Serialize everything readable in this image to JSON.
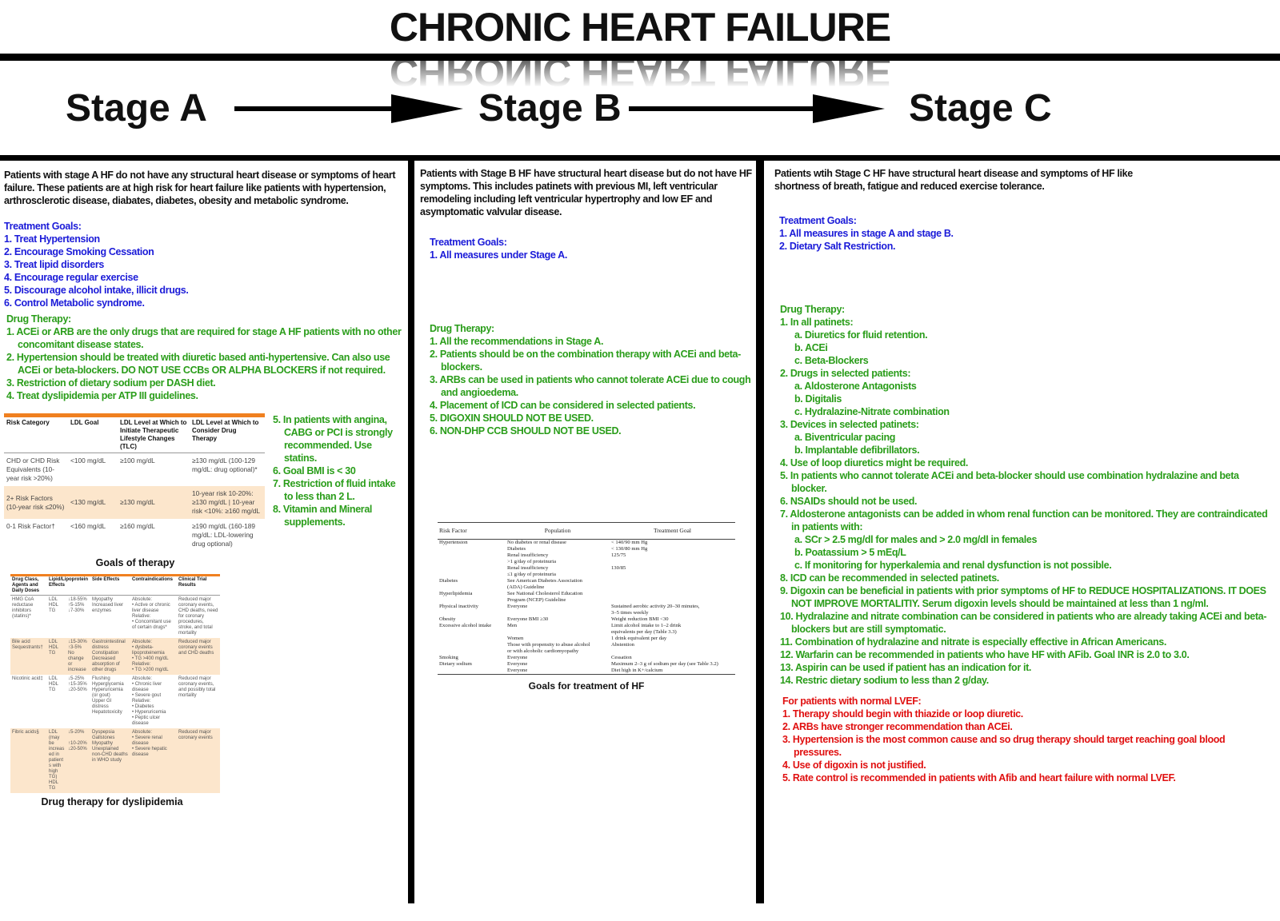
{
  "title": "CHRONIC HEART FAILURE",
  "stages": [
    "Stage A",
    "Stage B",
    "Stage C"
  ],
  "colors": {
    "blue": "#1b1bd8",
    "green": "#2a9d1a",
    "red": "#e01010",
    "orange": "#f08020"
  },
  "stage_a": {
    "description": "Patients with stage A HF do not have any structural heart disease or symptoms of heart failure. These patients are at high risk for heart failure like patients with hypertension, arthrosclerotic disease, diabates, diabetes, obesity and metabolic syndrome.",
    "goals_title": "Treatment Goals:",
    "goals": [
      "1. Treat Hypertension",
      "2. Encourage Smoking Cessation",
      "3. Treat lipid disorders",
      "4. Encourage regular exercise",
      "5. Discourage alcohol intake, illicit drugs.",
      "6. Control Metabolic syndrome."
    ],
    "drug_title": "Drug Therapy:",
    "drugs": [
      "1. ACEi or ARB are the only drugs that are required for stage A HF patients with no other concomitant disease states.",
      "2. Hypertension should be treated with diuretic based anti-hypertensive. Can also use ACEi or beta-blockers. DO NOT USE CCBs OR ALPHA BLOCKERS if not required.",
      "3. Restriction of dietary sodium per DASH diet.",
      "4. Treat dyslipidemia per ATP III guidelines."
    ],
    "drugs_more": [
      "5. In patients with angina, CABG or PCI is strongly recommended. Use statins.",
      "6. Goal BMI is < 30",
      "7. Restriction of fluid intake to less than 2 L.",
      "8. Vitamin and Mineral supplements."
    ],
    "ldl_table": {
      "headers": [
        "Risk Category",
        "LDL Goal",
        "LDL Level at Which to Initiate Therapeutic Lifestyle Changes (TLC)",
        "LDL Level at Which to Consider Drug Therapy"
      ],
      "rows": [
        [
          "CHD or CHD Risk Equivalents (10-year risk >20%)",
          "<100 mg/dL",
          "≥100 mg/dL",
          "≥130 mg/dL (100-129 mg/dL: drug optional)*"
        ],
        [
          "2+ Risk Factors (10-year risk ≤20%)",
          "<130 mg/dL",
          "≥130 mg/dL",
          "10-year risk 10-20%: ≥130 mg/dL | 10-year risk <10%: ≥160 mg/dL"
        ],
        [
          "0-1 Risk Factor†",
          "<160 mg/dL",
          "≥160 mg/dL",
          "≥190 mg/dL (160-189 mg/dL: LDL-lowering drug optional)"
        ]
      ],
      "caption": "Goals of therapy"
    },
    "drug_table": {
      "headers": [
        "Drug Class, Agents and Daily Doses",
        "Lipid/Lipoprotein Effects",
        "",
        "Side Effects",
        "Contraindications",
        "Clinical Trial Results"
      ],
      "rows": [
        [
          "HMG CoA reductase inhibitors (statins)*",
          "LDL\nHDL\nTG",
          "↓18-55%\n↑5-15%\n↓7-30%",
          "Myopathy\nIncreased liver enzymes",
          "Absolute:\n• Active or chronic liver disease\nRelative:\n• Concomitant use of certain drugs*",
          "Reduced major coronary events, CHD deaths, need for coronary procedures, stroke, and total mortality"
        ],
        [
          "Bile acid Sequestrants†",
          "LDL\nHDL\nTG",
          "↓15-30%\n↑3-5%\nNo change or increase",
          "Gastrointestinal distress\nConstipation\nDecreased absorption of other drugs",
          "Absolute:\n• dysbeta-lipoproteinemia\n• TG >400 mg/dL\nRelative:\n• TG >200 mg/dL",
          "Reduced major coronary events and CHD deaths"
        ],
        [
          "Nicotinic acid‡",
          "LDL\nHDL\nTG",
          "↓5-25%\n↑15-35%\n↓20-50%",
          "Flushing\nHyperglycemia\nHyperuricemia (or gout)\nUpper GI distress\nHepatotoxicity",
          "Absolute:\n• Chronic liver disease\n• Severe gout\nRelative:\n• Diabetes\n• Hyperuricemia\n• Peptic ulcer disease",
          "Reduced major coronary events, and possibly total mortality"
        ],
        [
          "Fibric acids§",
          "LDL\n(may be increased in patients with high TG)\nHDL\nTG",
          "↓5-20%\n\n↑10-20%\n↓20-50%",
          "Dyspepsia\nGallstones\nMyopathy\nUnexplained non-CHD deaths in WHO study",
          "Absolute:\n• Severe renal disease\n• Severe hepatic disease",
          "Reduced major coronary events"
        ]
      ],
      "caption": "Drug therapy for dyslipidemia"
    }
  },
  "stage_b": {
    "description": "Patients with Stage B HF have structural heart disease but do not have HF symptoms. This includes patinets with previous MI, left ventricular remodeling including left ventricular hypertrophy and low EF and asymptomatic valvular disease.",
    "goals_title": "Treatment Goals:",
    "goals": [
      "1. All measures under Stage A."
    ],
    "drug_title": "Drug Therapy:",
    "drugs": [
      "1. All the recommendations in Stage A.",
      "2. Patients should be on the combination therapy with ACEi and beta-blockers.",
      "3. ARBs can be used in patients who cannot tolerate ACEi due to cough and angioedema.",
      "4. Placement of ICD can be considered in selected patients.",
      "5. DIGOXIN SHOULD NOT BE USED.",
      "6. NON-DHP CCB SHOULD NOT BE USED."
    ],
    "hf_table": {
      "headers": [
        "Risk Factor",
        "Population",
        "Treatment Goal"
      ],
      "rows": [
        [
          "Hypertension",
          "No diabetes or renal disease\nDiabetes\nRenal insufficiency\n  >1 g/day of proteinuria\nRenal insufficiency\n  ≤1 g/day of proteinuria",
          "< 140/90 mm Hg\n< 130/80 mm Hg\n125/75\n\n130/85\n"
        ],
        [
          "Diabetes",
          "See American Diabetes Association\n  (ADA) Guideline",
          ""
        ],
        [
          "Hyperlipidemia",
          "See National Cholesterol Education\n  Program (NCEP) Guideline",
          ""
        ],
        [
          "Physical inactivity",
          "Everyone",
          "Sustained aerobic activity 20–30 minutes,\n  3–5 times weekly"
        ],
        [
          "Obesity",
          "Everyone BMI ≥30",
          "Weight reduction BMI <30"
        ],
        [
          "Excessive alcohol intake",
          "Men\n\nWomen\nThose with propensity to abuse alcohol\n  or with alcoholic cardiomyopathy",
          "Limit alcohol intake to 1–2 drink\n  equivalents per day (Table 3.3)\n1 drink equivalent per day\nAbstention"
        ],
        [
          "Smoking",
          "Everyone",
          "Cessation"
        ],
        [
          "Dietary sodium",
          "Everyone",
          "Maximum 2–3 g of sodium per day (see Table 3.2)"
        ],
        [
          "",
          "Everyone",
          "Diet high in K+/calcium"
        ]
      ],
      "caption": "Goals for treatment of HF"
    }
  },
  "stage_c": {
    "description": "Patients wtih Stage C HF have structural heart disease and symptoms of HF like shortness of breath, fatigue and reduced exercise tolerance.",
    "goals_title": "Treatment Goals:",
    "goals": [
      "1. All measures in stage A and stage B.",
      "2. Dietary Salt Restriction."
    ],
    "drug_title": "Drug Therapy:",
    "drugs": [
      {
        "t": "1. In all patinets:",
        "sub": [
          "a. Diuretics for fluid retention.",
          "b. ACEi",
          "c. Beta-Blockers"
        ]
      },
      {
        "t": "2. Drugs in selected patients:",
        "sub": [
          "a. Aldosterone Antagonists",
          "b. Digitalis",
          "c. Hydralazine-Nitrate combination"
        ]
      },
      {
        "t": "3. Devices in selected patinets:",
        "sub": [
          "a. Biventricular pacing",
          "b. Implantable defibrillators."
        ]
      },
      {
        "t": "4. Use of loop diuretics might be required.",
        "sub": []
      },
      {
        "t": "5. In patients who cannot tolerate ACEi and beta-blocker should use combination hydralazine and beta blocker.",
        "sub": []
      },
      {
        "t": "6. NSAIDs should not be used.",
        "sub": []
      },
      {
        "t": "7. Aldosterone antagonists can be added in whom renal function can be monitored. They are contraindicated in patients with:",
        "sub": [
          "a. SCr > 2.5 mg/dl for males and > 2.0 mg/dl in females",
          "b. Poatassium > 5 mEq/L",
          "c. If monitoring for hyperkalemia and renal dysfunction is not possible."
        ]
      },
      {
        "t": "8. ICD can be recommended in selected patinets.",
        "sub": []
      },
      {
        "t": "9. Digoxin can be beneficial in patients with prior symptoms of HF to REDUCE HOSPITALIZATIONS. IT DOES NOT IMPROVE MORTALITIY. Serum digoxin levels should be maintained at less than 1 ng/ml.",
        "sub": []
      },
      {
        "t": "10. Hydralazine and nitrate combination can be considered in patients who are already taking ACEi and beta-blockers but are still symptomatic.",
        "sub": []
      },
      {
        "t": "11. Combination of hydralazine and nitrate is especially effective in African Americans.",
        "sub": []
      },
      {
        "t": "12. Warfarin can be recommended in patients who have HF with AFib. Goal INR is 2.0 to 3.0.",
        "sub": []
      },
      {
        "t": "13. Aspirin can be used if patient has an indication for it.",
        "sub": []
      },
      {
        "t": "14. Restric dietary sodium to less than 2 g/day.",
        "sub": []
      }
    ],
    "lvef_title": "For patients with normal LVEF:",
    "lvef": [
      "1. Therapy should begin with thiazide or loop diuretic.",
      "2. ARBs have stronger recommendation than ACEi.",
      "3. Hypertension is the most common cause and so drug therapy should target reaching goal blood pressures.",
      "4. Use of digoxin is not justified.",
      "5. Rate control is recommended in patients with Afib and heart failure with normal LVEF."
    ]
  }
}
